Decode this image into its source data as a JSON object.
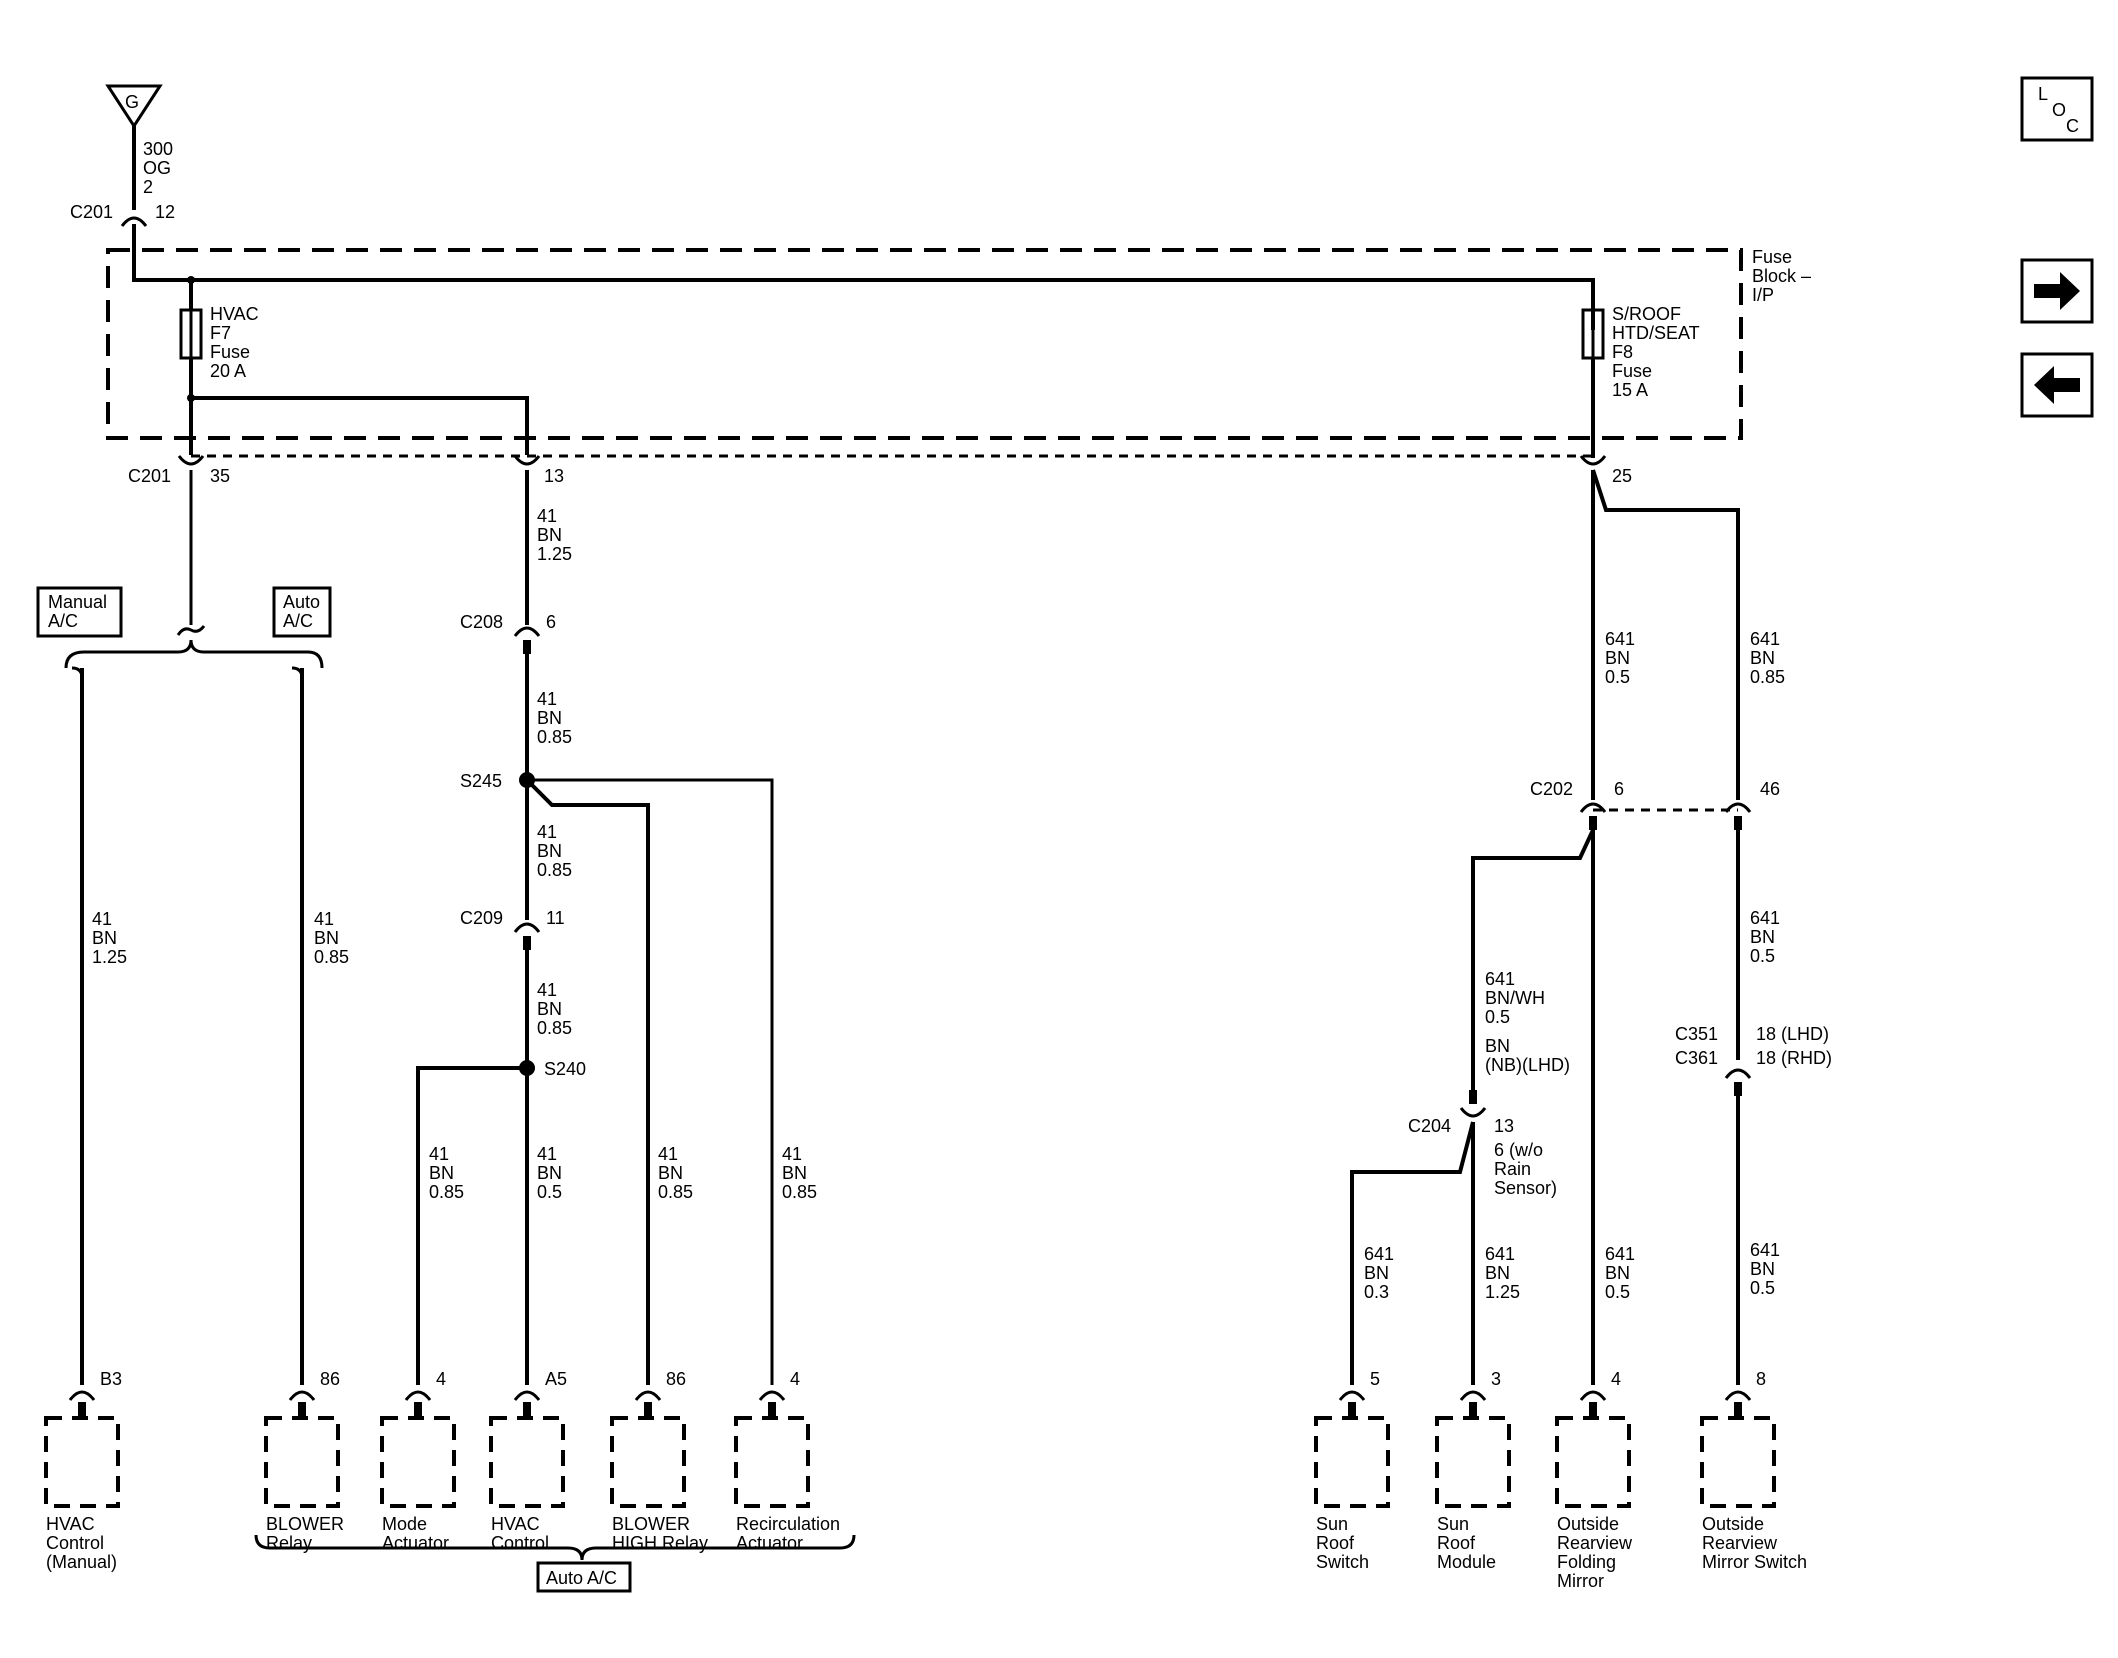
{
  "ground": {
    "label": "G"
  },
  "top_wire": {
    "circuit": "300",
    "color": "OG",
    "size": "2"
  },
  "c201_top": {
    "name": "C201",
    "pin": "12"
  },
  "fuse_block": {
    "l1": "Fuse",
    "l2": "Block –",
    "l3": "I/P"
  },
  "fuse_f7": {
    "l1": "HVAC",
    "l2": "F7",
    "l3": "Fuse",
    "l4": "20 A"
  },
  "fuse_f8": {
    "l1": "S/ROOF",
    "l2": "HTD/SEAT",
    "l3": "F8",
    "l4": "Fuse",
    "l5": "15 A"
  },
  "c201_bottom": {
    "name": "C201",
    "pin_a": "35",
    "pin_b": "13",
    "pin_c": "25"
  },
  "options": {
    "manual_l1": "Manual",
    "manual_l2": "A/C",
    "auto_l1": "Auto",
    "auto_l2": "A/C",
    "auto_bottom": "Auto A/C"
  },
  "wires": {
    "w1": {
      "c": "41",
      "col": "BN",
      "s": "1.25"
    },
    "w2": {
      "c": "41",
      "col": "BN",
      "s": "0.85"
    },
    "w3": {
      "c": "41",
      "col": "BN",
      "s": "1.25"
    },
    "w4": {
      "c": "41",
      "col": "BN",
      "s": "0.85"
    },
    "w5": {
      "c": "41",
      "col": "BN",
      "s": "0.85"
    },
    "w6": {
      "c": "41",
      "col": "BN",
      "s": "0.85"
    },
    "w7": {
      "c": "41",
      "col": "BN",
      "s": "0.85"
    },
    "w8": {
      "c": "41",
      "col": "BN",
      "s": "0.5"
    },
    "w9": {
      "c": "41",
      "col": "BN",
      "s": "0.85"
    },
    "w10": {
      "c": "41",
      "col": "BN",
      "s": "0.85"
    },
    "w11": {
      "c": "641",
      "col": "BN",
      "s": "0.5"
    },
    "w12": {
      "c": "641",
      "col": "BN",
      "s": "0.85"
    },
    "w13": {
      "c": "641",
      "col": "BN",
      "s": "0.5"
    },
    "w14": {
      "c": "641",
      "col": "BN/WH",
      "s": "0.5",
      "x1": "BN",
      "x2": "(NB)(LHD)"
    },
    "w15": {
      "c": "641",
      "col": "BN",
      "s": "0.3"
    },
    "w16": {
      "c": "641",
      "col": "BN",
      "s": "1.25"
    },
    "w17": {
      "c": "641",
      "col": "BN",
      "s": "0.5"
    },
    "w18": {
      "c": "641",
      "col": "BN",
      "s": "0.5"
    }
  },
  "connectors": {
    "c208": {
      "name": "C208",
      "pin": "6"
    },
    "s245": {
      "name": "S245"
    },
    "c209": {
      "name": "C209",
      "pin": "11"
    },
    "s240": {
      "name": "S240"
    },
    "c202": {
      "name": "C202",
      "pin_a": "6",
      "pin_b": "46"
    },
    "c351": {
      "name": "C351",
      "pin": "18 (LHD)"
    },
    "c361": {
      "name": "C361",
      "pin": "18 (RHD)"
    },
    "c204": {
      "name": "C204",
      "pin": "13",
      "alt_l1": "6 (w/o",
      "alt_l2": "Rain",
      "alt_l3": "Sensor)"
    }
  },
  "components": [
    {
      "pin": "B3",
      "l1": "HVAC",
      "l2": "Control",
      "l3": "(Manual)"
    },
    {
      "pin": "86",
      "l1": "BLOWER",
      "l2": "Relay",
      "l3": ""
    },
    {
      "pin": "4",
      "l1": "Mode",
      "l2": "Actuator",
      "l3": ""
    },
    {
      "pin": "A5",
      "l1": "HVAC",
      "l2": "Control",
      "l3": ""
    },
    {
      "pin": "86",
      "l1": "BLOWER",
      "l2": "HIGH Relay",
      "l3": ""
    },
    {
      "pin": "4",
      "l1": "Recirculation",
      "l2": "Actuator",
      "l3": ""
    },
    {
      "pin": "5",
      "l1": "Sun",
      "l2": "Roof",
      "l3": "Switch",
      "l4": ""
    },
    {
      "pin": "3",
      "l1": "Sun",
      "l2": "Roof",
      "l3": "Module",
      "l4": ""
    },
    {
      "pin": "4",
      "l1": "Outside",
      "l2": "Rearview",
      "l3": "Folding",
      "l4": "Mirror"
    },
    {
      "pin": "8",
      "l1": "Outside",
      "l2": "Rearview",
      "l3": "Mirror Switch",
      "l4": ""
    }
  ],
  "nav": {
    "loc_l": "L",
    "loc_o": "O",
    "loc_c": "C",
    "forward_icon": "arrow-right-icon",
    "back_icon": "arrow-left-icon"
  }
}
